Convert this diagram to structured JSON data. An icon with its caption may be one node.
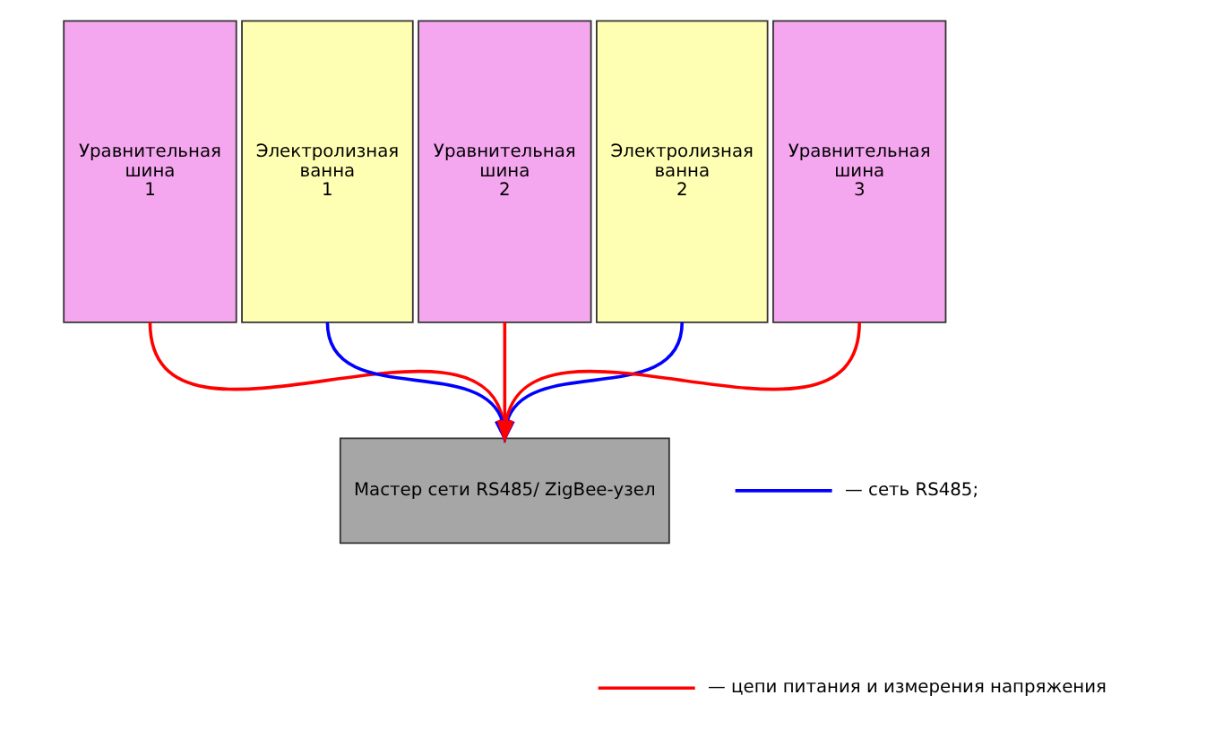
{
  "diagram": {
    "nodes": [
      {
        "text": [
          "Уравнительная шина 1"
        ]
      },
      {
        "text": [
          "Электролизная ванна 1"
        ]
      },
      {
        "text": [
          "Уравнительная шина 2"
        ]
      },
      {
        "text": [
          "Электролизная ванна 2"
        ]
      },
      {
        "text": [
          "Уравнительная шина 3"
        ]
      },
      {
        "text": [
          "Мастер сети RS485/ ZigBee-узел"
        ]
      }
    ],
    "edges": [
      {
        "from": 0,
        "to": 5,
        "arrow": "to",
        "color": "#ff0000"
      },
      {
        "from": 1,
        "to": 5,
        "arrow": "to",
        "color": "#0000ff"
      },
      {
        "from": 2,
        "to": 5,
        "arrow": "to",
        "color": "#ff0000"
      },
      {
        "from": 3,
        "to": 5,
        "arrow": "to",
        "color": "#0000ff"
      },
      {
        "from": 4,
        "to": 5,
        "arrow": "to",
        "color": "#ff0000"
      }
    ],
    "legend": [
      {
        "text": "— сеть RS485;",
        "color": "#0000ff"
      },
      {
        "text": "— цепи питания и измерения напряжения",
        "color": "#ff0000"
      }
    ]
  }
}
